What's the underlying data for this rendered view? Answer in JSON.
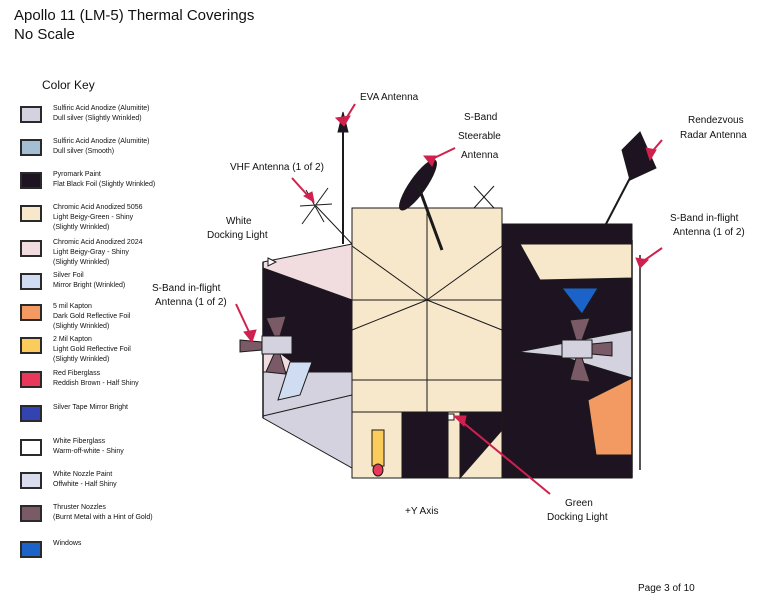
{
  "title": {
    "line1": "Apollo 11 (LM-5) Thermal Coverings",
    "line2": "No Scale"
  },
  "color_key": {
    "heading": "Color Key",
    "items": [
      {
        "line1": "Sulfiric Acid Anodize (Alumitite)",
        "line2": "Dull silver (Slightly Wrinkled)",
        "line3": "",
        "color": "#d3d2de"
      },
      {
        "line1": "Sulfiric Acid Anodize (Alumitite)",
        "line2": "Dull silver  (Smooth)",
        "line3": "",
        "color": "#a4bed4"
      },
      {
        "line1": "Pyromark Paint",
        "line2": "Flat Black Foil (Slightly Wrinkled)",
        "line3": "",
        "color": "#1e1320"
      },
      {
        "line1": "Chromic Acid Anodized 5056",
        "line2": "Light Beigy-Green - Shiny",
        "line3": "(Slightly Wrinkled)",
        "color": "#f7e8cc"
      },
      {
        "line1": "Chromic Acid Anodized 2024",
        "line2": "Light Beigy-Gray - Shiny",
        "line3": "(Slightly Wrinkled)",
        "color": "#f1dce0"
      },
      {
        "line1": "Silver Foil",
        "line2": "Mirror Bright (Wrinkled)",
        "line3": "",
        "color": "#cfdcf1"
      },
      {
        "line1": "5 mil Kapton",
        "line2": "Dark Gold Reflective Foil",
        "line3": "(Slightly Wrinkled)",
        "color": "#f39a63"
      },
      {
        "line1": "2 Mil Kapton",
        "line2": "Light Gold Reflective Foil",
        "line3": "(Slightly Wrinkled)",
        "color": "#fbcc5c"
      },
      {
        "line1": "Red Fiberglass",
        "line2": "Reddish Brown - Half Shiny",
        "line3": "",
        "color": "#e9395a"
      },
      {
        "line1": "Silver Tape  Mirror Bright",
        "line2": "",
        "line3": "",
        "color": "#3344b0"
      },
      {
        "line1": "White Fiberglass",
        "line2": "Warm-off-white - Shiny",
        "line3": "",
        "color": "#ffffff"
      },
      {
        "line1": "White Nozzle Paint",
        "line2": "Offwhite - Half Shiny",
        "line3": "",
        "color": "#dcdcef"
      },
      {
        "line1": "Thruster Nozzles",
        "line2": "(Burnt Metal with a Hint of Gold)",
        "line3": "",
        "color": "#7a5a66"
      },
      {
        "line1": "Windows",
        "line2": "",
        "line3": "",
        "color": "#1b63c8"
      }
    ]
  },
  "labels": {
    "eva_antenna": "EVA Antenna",
    "sband_steerable_1": "S-Band",
    "sband_steerable_2": "Steerable",
    "sband_steerable_3": "Antenna",
    "rendezvous_1": "Rendezvous",
    "rendezvous_2": "Radar Antenna",
    "vhf": "VHF Antenna (1 of 2)",
    "white_docking_1": "White",
    "white_docking_2": "Docking Light",
    "sband_right_1": "S-Band in-flight",
    "sband_right_2": "Antenna (1 of 2)",
    "sband_left_1": "S-Band in-flight",
    "sband_left_2": "Antenna (1 of 2)",
    "y_axis": "+Y Axis",
    "green_docking_1": "Green",
    "green_docking_2": "Docking Light"
  },
  "colors": {
    "beige": "#f7e8cc",
    "black_foil": "#1e1320",
    "pink_gray": "#f1dce0",
    "silver": "#d3d2de",
    "silver_foil": "#cfdcf1",
    "window": "#1b63c8",
    "kapton_dark": "#f39a63",
    "kapton_light": "#fbcc5c",
    "red": "#e9395a",
    "nozzle": "#7a5a66",
    "callout": "#d0204e"
  },
  "footer": "Page 3 of 10"
}
